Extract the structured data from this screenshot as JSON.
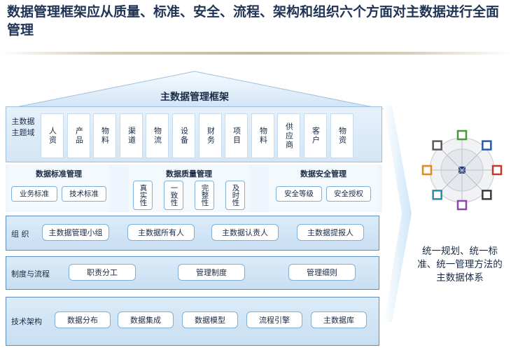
{
  "title": "数据管理框架应从质量、标准、安全、流程、架构和组织六个方面对主数据进行全面管理",
  "framework_title": "主数据管理框架",
  "domain_label": "主数据主题域",
  "domains": [
    "人资",
    "产品",
    "物料",
    "渠道",
    "物流",
    "设备",
    "财务",
    "项目",
    "物料",
    "供应商",
    "客户",
    "物资"
  ],
  "standards": {
    "heading": "数据标准管理",
    "items": [
      "业务标准",
      "技术标准"
    ]
  },
  "quality": {
    "heading": "数据质量管理",
    "items": [
      "真实性",
      "一致性",
      "完整性",
      "及时性"
    ]
  },
  "security": {
    "heading": "数据安全管理",
    "items": [
      "安全等级",
      "安全授权"
    ]
  },
  "organization": {
    "label": "组 织",
    "items": [
      "主数据管理小组",
      "主数据所有人",
      "主数据认责人",
      "主数据提报人"
    ]
  },
  "process": {
    "label": "制度与流程",
    "items": [
      "职责分工",
      "管理制度",
      "管理细则"
    ]
  },
  "architecture": {
    "label": "技术架构",
    "items": [
      "数据分布",
      "数据集成",
      "数据模型",
      "流程引擎",
      "主数据库"
    ]
  },
  "summary": "统一规划、统一标准、统一管理方法的主数据体系",
  "colors": {
    "band": "#c8def2",
    "border": "#5b8fc4",
    "pill_border": "#7fb0da",
    "arrow": "#d6eaf8"
  },
  "wheel_icon_colors": [
    "#4a9a3a",
    "#2a5aa8",
    "#c0392b",
    "#3a3a3a",
    "#8a4aa8",
    "#2a8aa8",
    "#e08a1a",
    "#5a5a5a"
  ]
}
